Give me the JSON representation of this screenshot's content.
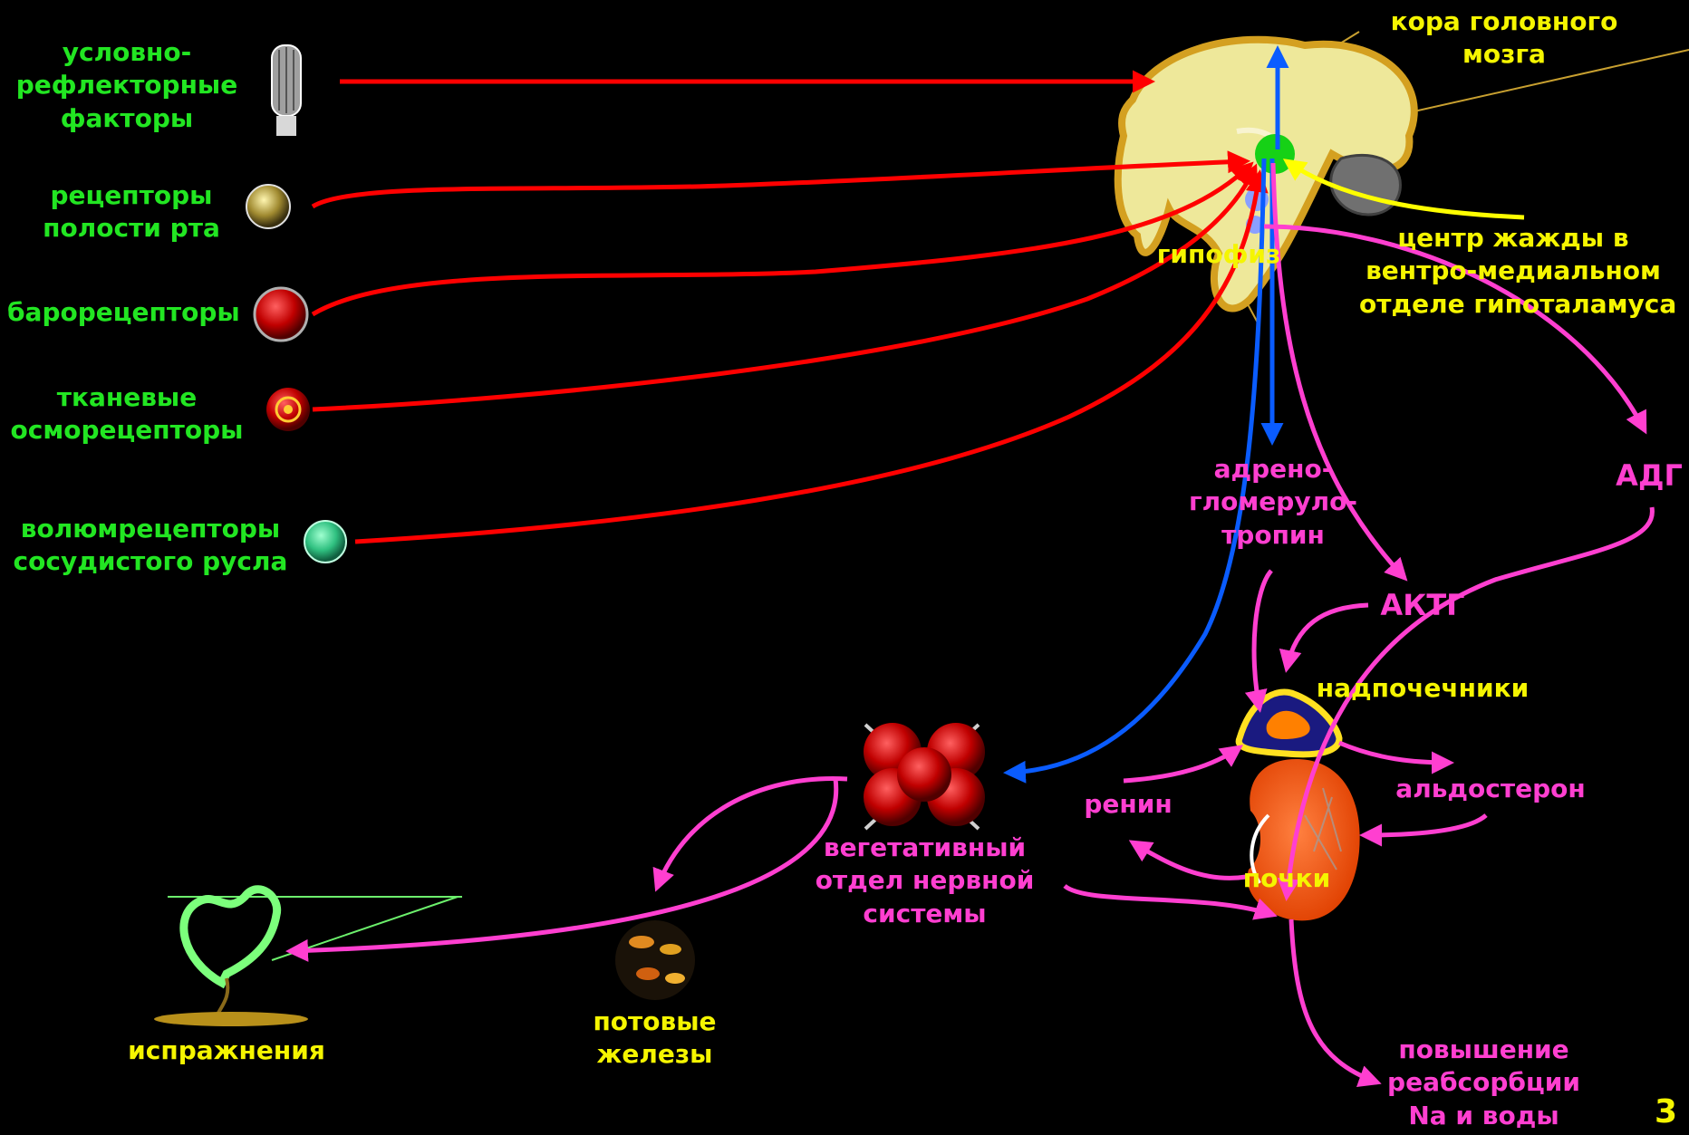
{
  "receptors": {
    "conditioned": [
      "условно-",
      "рефлекторные",
      "факторы"
    ],
    "oral": [
      "рецепторы",
      "полости рта"
    ],
    "baro": "барорецепторы",
    "osmo": [
      "тканевые",
      "осморецепторы"
    ],
    "volume": [
      "волюмрецепторы",
      "сосудистого русла"
    ]
  },
  "brain": {
    "cortex": [
      "кора головного",
      "мозга"
    ],
    "thirst_center": [
      "центр жажды в",
      "вентро-медиальном",
      "отделе гипоталамуса"
    ],
    "pituitary": "гипофиз"
  },
  "hormones": {
    "adh": "АДГ",
    "agt": [
      "адрено-",
      "гломеруло-",
      "тропин"
    ],
    "acth": "АКТГ",
    "aldosterone": "альдостерон",
    "renin": "ренин"
  },
  "organs": {
    "adrenals": "надпочечники",
    "kidneys": "почки",
    "ans": [
      "вегетативный",
      "отдел нервной",
      "системы"
    ],
    "sweat": [
      "потовые",
      "железы"
    ],
    "excretion": "испражнения"
  },
  "outcome": [
    "повышение",
    "реабсорбции",
    "Na и воды"
  ],
  "page_number": "3",
  "colors": {
    "background": "#000000",
    "receptor_label": "#22e622",
    "brain_label": "#f5f500",
    "effector_label": "#ff3fd0",
    "afferent_arrow": "#ff0000",
    "neural_arrow": "#0a5cff",
    "humoral_arrow": "#ff3fd0",
    "thirst_arrow": "#ffff00"
  }
}
